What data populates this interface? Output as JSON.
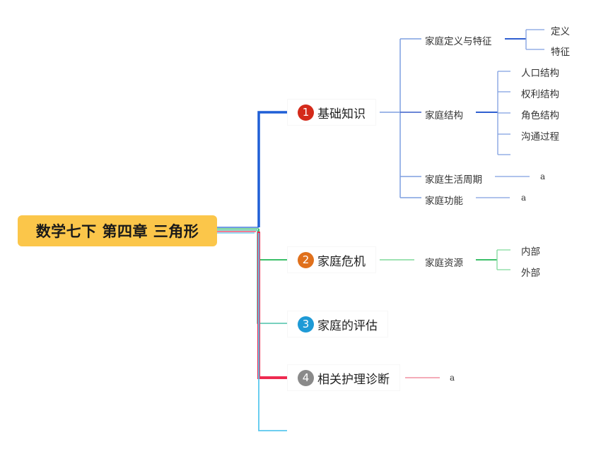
{
  "root": {
    "label": "数学七下 第四章 三角形",
    "color": "#fbc64a"
  },
  "branches": [
    {
      "num": "1",
      "label": "基础知识",
      "color": "#1f5fd6",
      "children": [
        {
          "label": "家庭定义与特征",
          "children": [
            "定义",
            "特征"
          ]
        },
        {
          "label": "家庭结构",
          "children": [
            "人口结构",
            "权利结构",
            "角色结构",
            "沟通过程",
            ""
          ]
        },
        {
          "label": "家庭生活周期",
          "children": [
            "a"
          ]
        },
        {
          "label": "家庭功能",
          "children": [
            "a"
          ]
        }
      ]
    },
    {
      "num": "2",
      "label": "家庭危机",
      "color": "#e0701c",
      "children": [
        {
          "label": "家庭资源",
          "children": [
            "内部",
            "外部"
          ]
        }
      ]
    },
    {
      "num": "3",
      "label": "家庭的评估",
      "color": "#1e9ad6",
      "children": []
    },
    {
      "num": "4",
      "label": "相关护理诊断",
      "color": "#8a8a8a",
      "children": [
        {
          "label": "a",
          "children": []
        }
      ]
    }
  ],
  "line_colors": {
    "branch1": "#1f5fd6",
    "branch2": "#3cc06a",
    "branch3": "#4cc0a8",
    "branch4": "#ee2a50",
    "branch5": "#5ac8ee",
    "sub1": "#7f9fe0",
    "sub2": "#7fd99a",
    "sub4": "#f08fa0"
  }
}
